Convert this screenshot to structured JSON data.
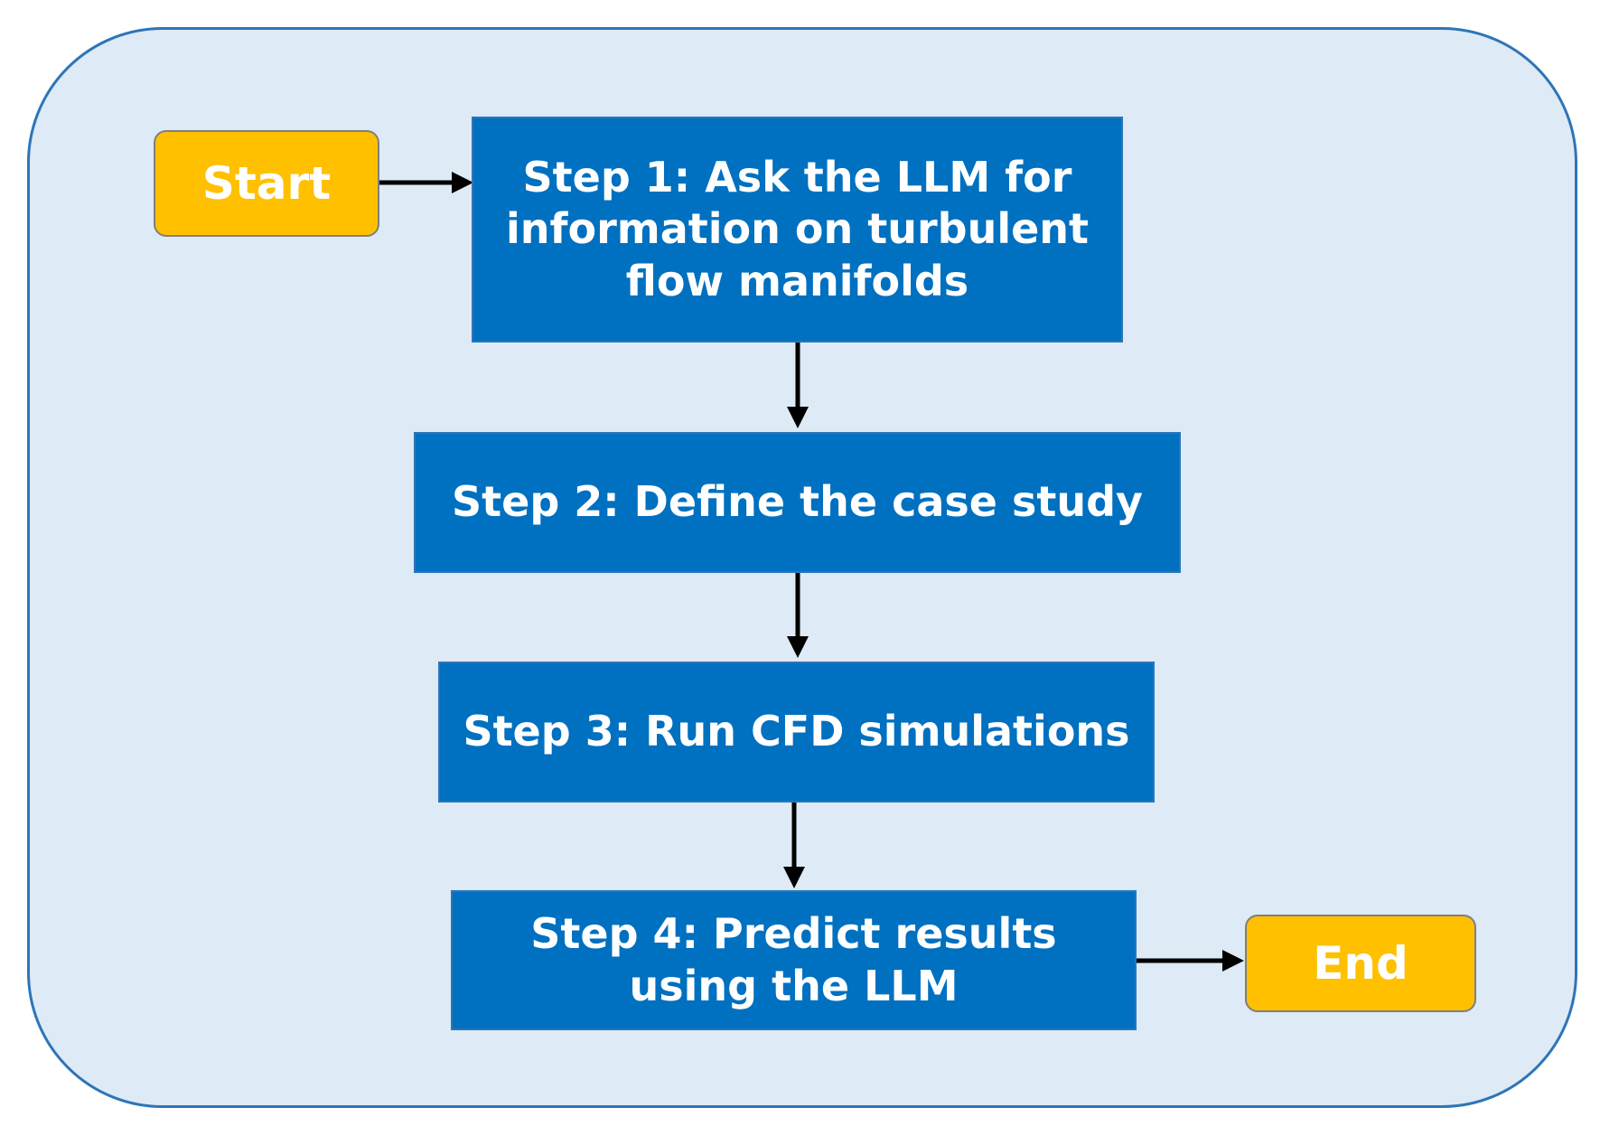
{
  "flow": {
    "start": {
      "label": "Start"
    },
    "end": {
      "label": "End"
    },
    "steps": [
      {
        "label": "Step 1: Ask the LLM for information on turbulent flow manifolds"
      },
      {
        "label": "Step 2: Define the case study"
      },
      {
        "label": "Step 3: Run CFD simulations"
      },
      {
        "label": "Step 4: Predict results using the LLM"
      }
    ]
  },
  "colors": {
    "panel_fill": "#DEEAF6",
    "panel_border": "#2E75B6",
    "step_fill": "#0070C0",
    "terminal_fill": "#FFC000",
    "arrow": "#000000"
  }
}
